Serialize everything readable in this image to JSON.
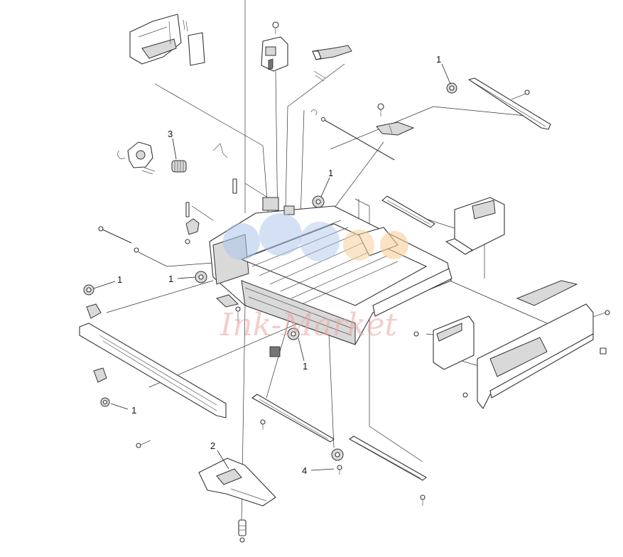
{
  "callouts": [
    {
      "id": "c1a",
      "label": "1"
    },
    {
      "id": "c3",
      "label": "3"
    },
    {
      "id": "c1b",
      "label": "1"
    },
    {
      "id": "c1c",
      "label": "1"
    },
    {
      "id": "c1d",
      "label": "1"
    },
    {
      "id": "c1e",
      "label": "1"
    },
    {
      "id": "c1f",
      "label": "1"
    },
    {
      "id": "c2",
      "label": "2"
    },
    {
      "id": "c4",
      "label": "4"
    }
  ],
  "watermark": {
    "text": "Ink-Market"
  },
  "colors": {
    "line": "#333333",
    "shade": "#d9d9d9",
    "watermark_pink": "#e8a6a0",
    "watermark_blue": "#a9c4ea",
    "watermark_orange": "#f6cf9a"
  }
}
